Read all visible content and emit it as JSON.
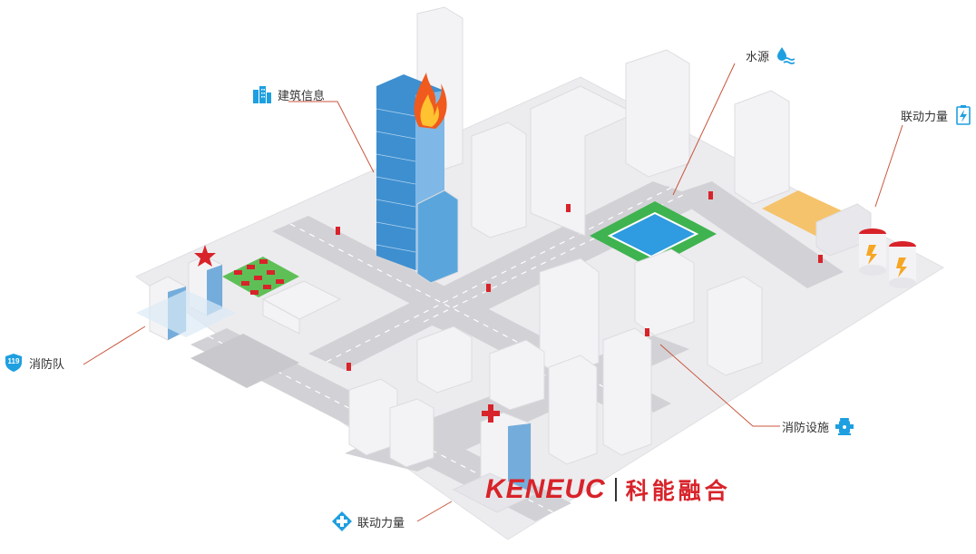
{
  "labels": {
    "building_info": "建筑信息",
    "water_source": "水源",
    "linkage_power_top": "联动力量",
    "fire_brigade": "消防队",
    "fire_facility": "消防设施",
    "linkage_power_bottom": "联动力量"
  },
  "badges": {
    "fire_station_number": "119"
  },
  "logo": {
    "latin": "KENEUC",
    "chinese": "科能融合"
  },
  "icons": {
    "building_info": "buildings-icon",
    "water_source": "water-drop-icon",
    "linkage_power_top": "power-lightning-icon",
    "fire_brigade": "fire-119-shield-icon",
    "fire_facility": "fire-hydrant-icon",
    "linkage_power_bottom": "medical-cross-icon"
  },
  "colors": {
    "accent_blue": "#1e9fe0",
    "brand_red": "#d8232a",
    "leader_line": "#c8553c",
    "road": "#cfcfcf",
    "building": "#f1f1f3",
    "glass_blue": "#3d8fd0",
    "park_green": "#3fb34f",
    "pool_blue": "#2f9be0"
  }
}
